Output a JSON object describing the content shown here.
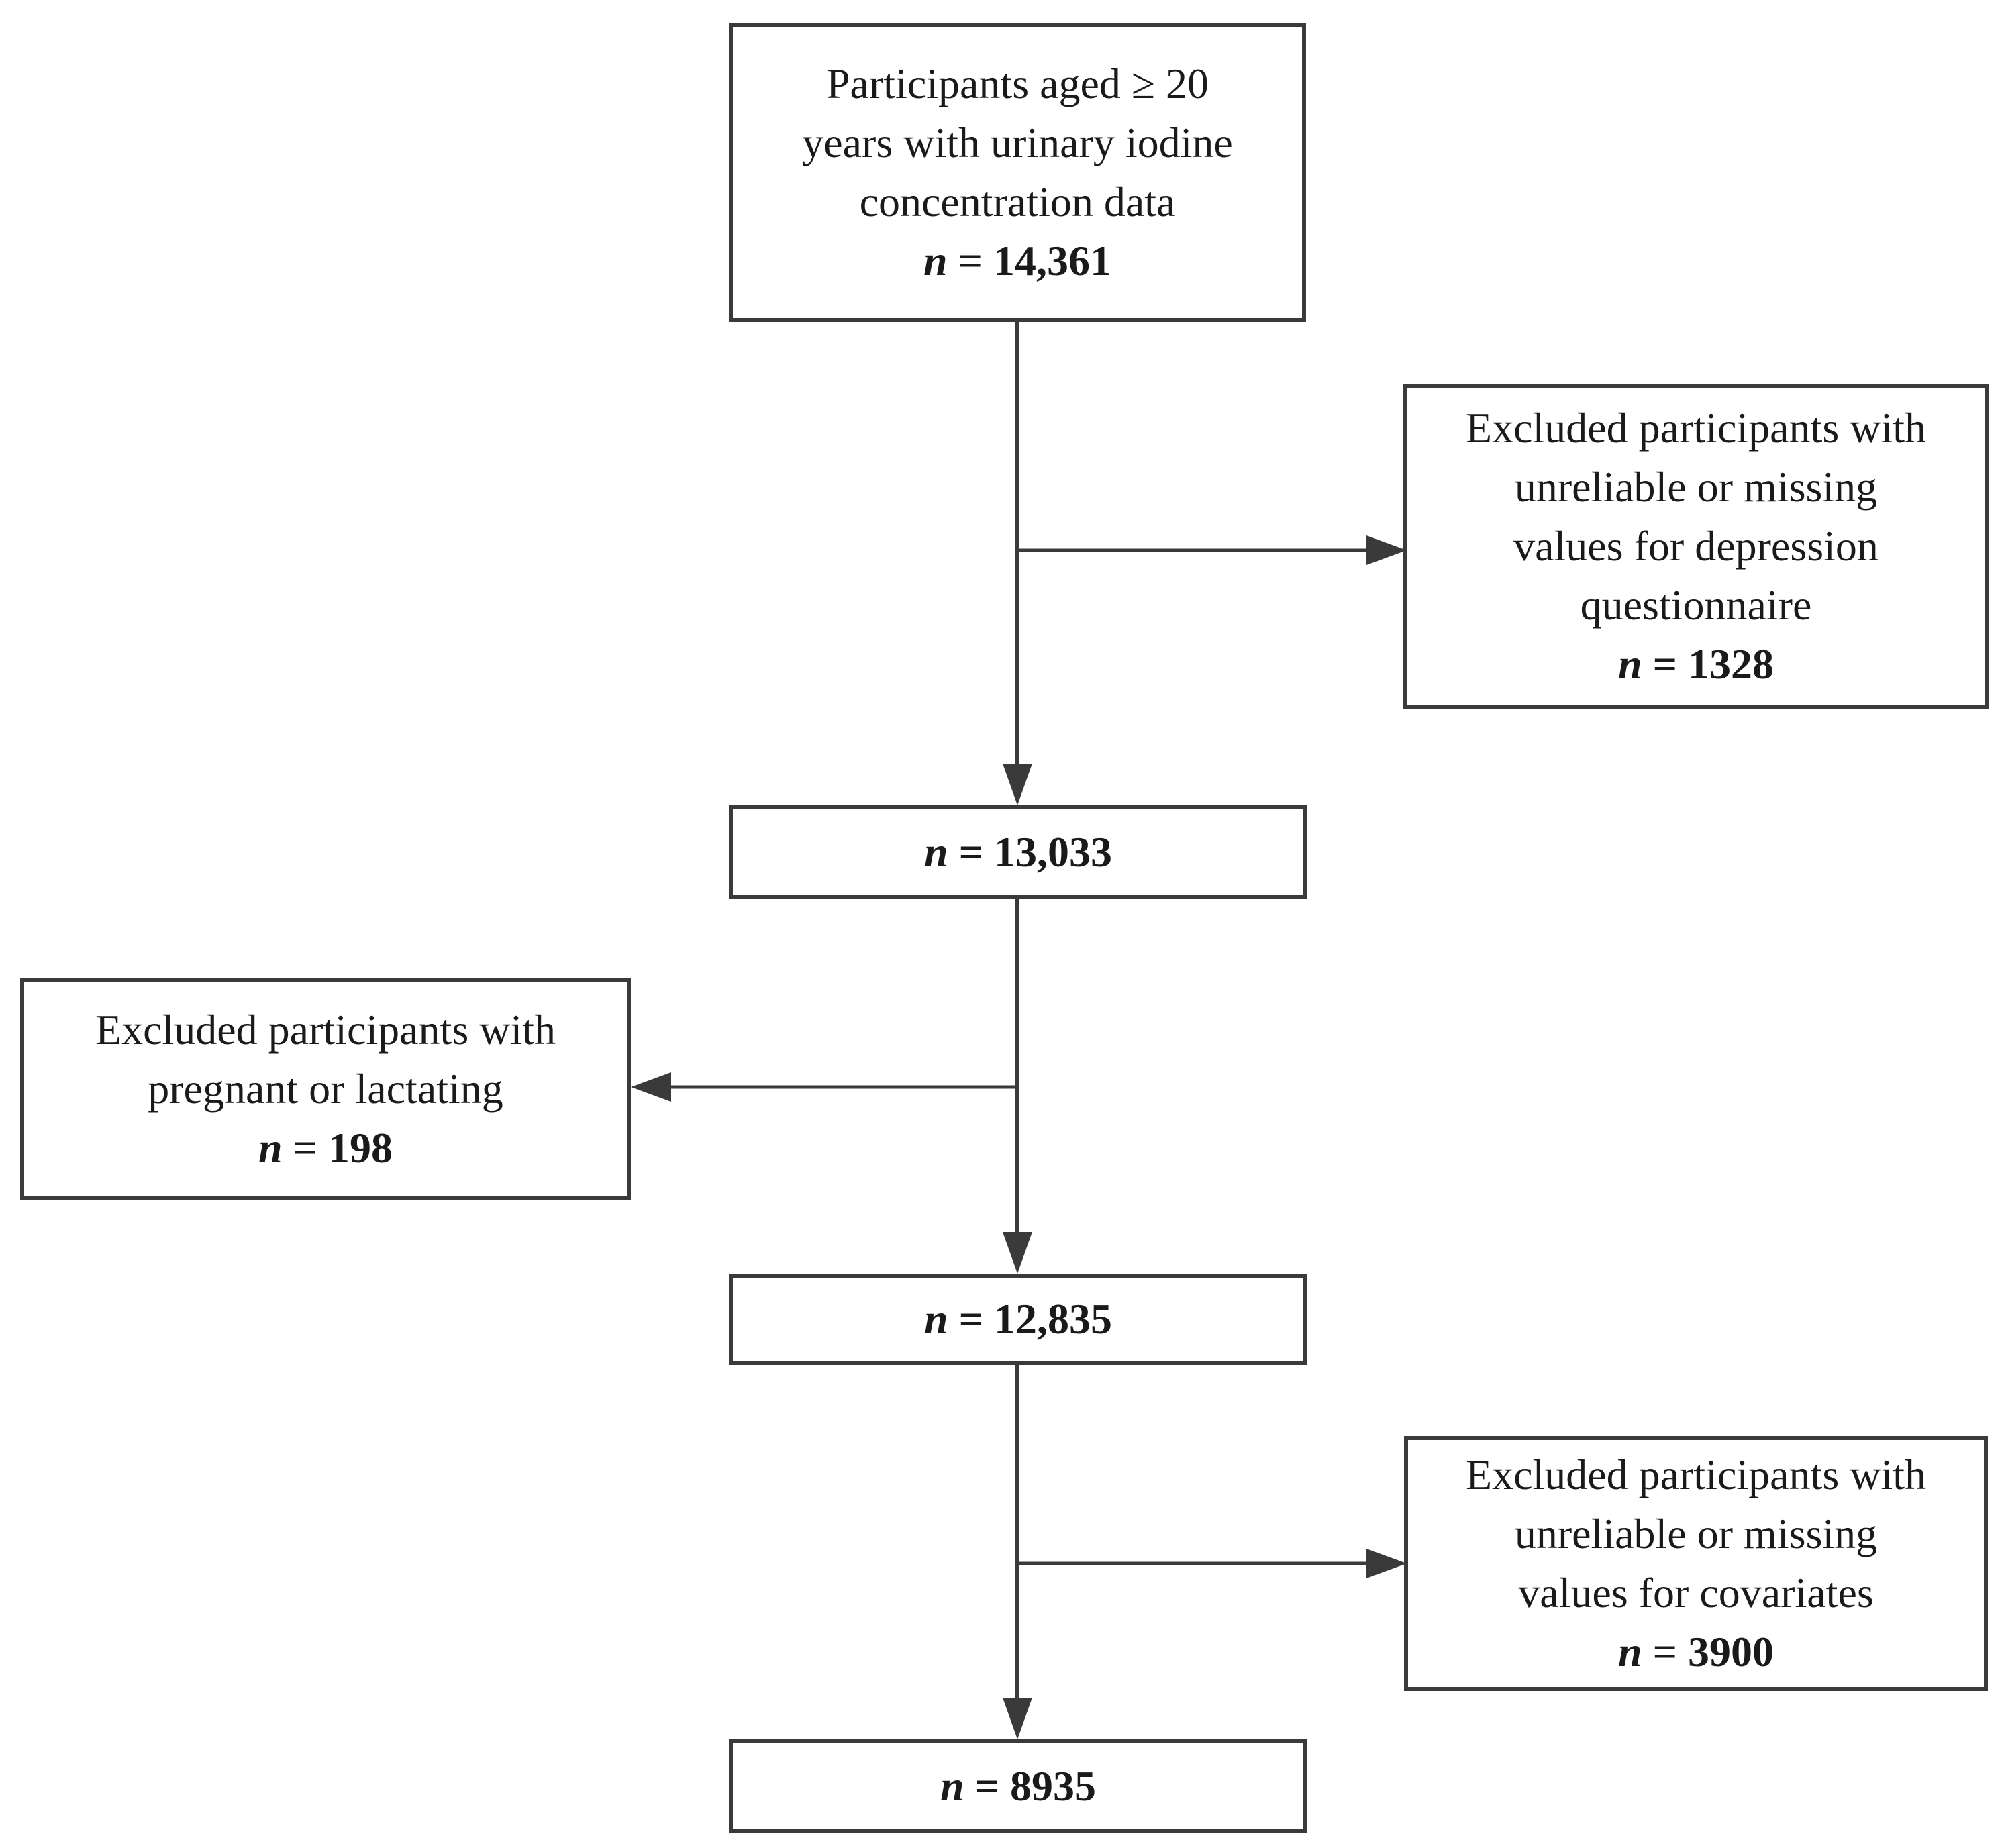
{
  "boxes": {
    "initial": {
      "lines": [
        "Participants aged ≥ 20",
        "years with urinary iodine",
        "concentration data"
      ],
      "n_label": "n",
      "n_value": "= 14,361"
    },
    "exclusion_1": {
      "lines": [
        "Excluded participants with",
        "unreliable or missing",
        "values for depression",
        "questionnaire"
      ],
      "n_label": "n",
      "n_value": "= 1328"
    },
    "step_1": {
      "n_label": "n",
      "n_value": "= 13,033"
    },
    "exclusion_2": {
      "lines": [
        "Excluded participants with",
        "pregnant or lactating"
      ],
      "n_label": "n",
      "n_value": "= 198"
    },
    "step_2": {
      "n_label": "n",
      "n_value": "= 12,835"
    },
    "exclusion_3": {
      "lines": [
        "Excluded participants with",
        "unreliable or missing",
        "values for covariates"
      ],
      "n_label": "n",
      "n_value": "= 3900"
    },
    "final": {
      "n_label": "n",
      "n_value": "= 8935"
    }
  },
  "colors": {
    "line": "#3a3a3a",
    "text": "#1a1a1a",
    "background": "#ffffff"
  }
}
